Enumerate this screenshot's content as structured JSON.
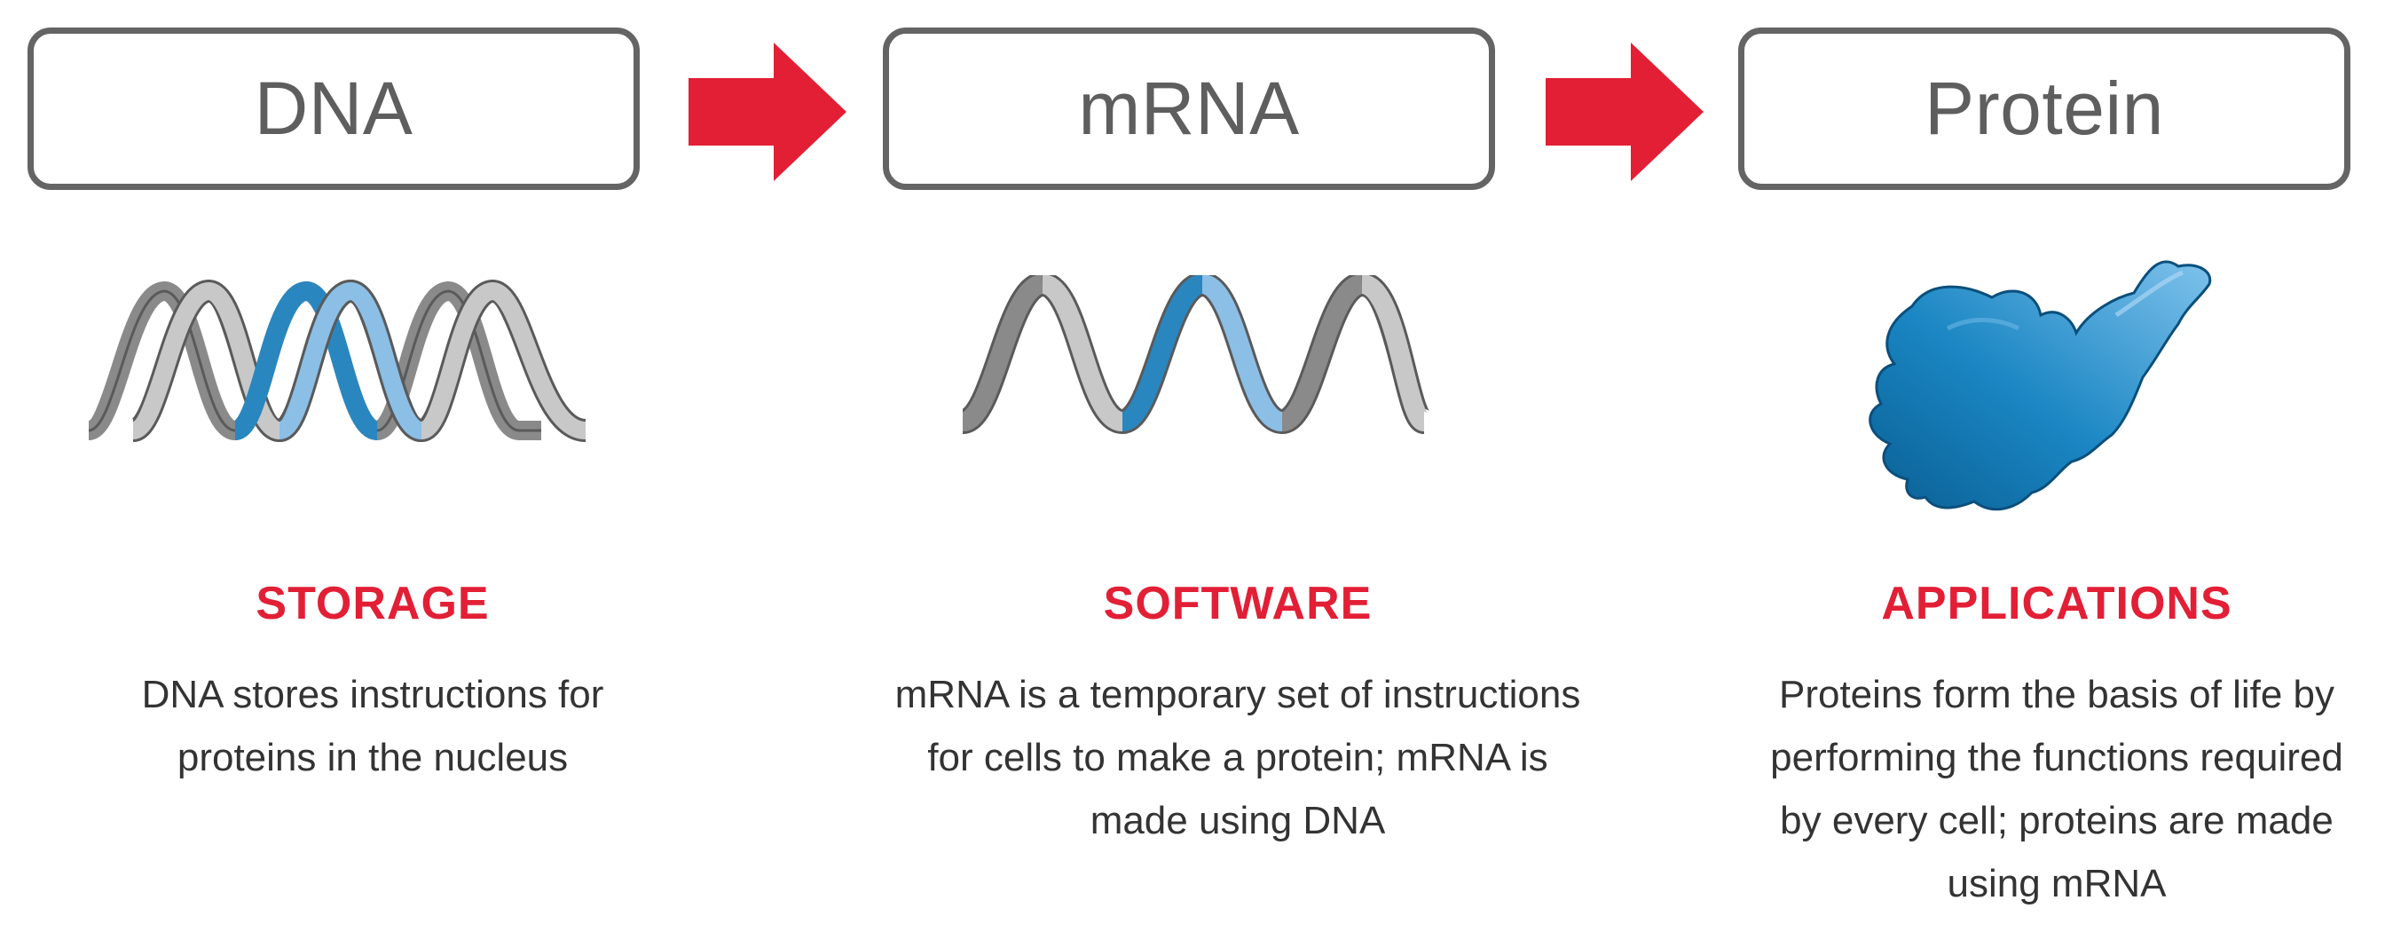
{
  "stages": [
    {
      "label": "DNA",
      "category": "STORAGE",
      "description": "DNA stores instructions for proteins in the nucleus",
      "illustration": "dna-double-helix-icon"
    },
    {
      "label": "mRNA",
      "category": "SOFTWARE",
      "description": "mRNA is a temporary set of instructions for cells to make a protein; mRNA is made using DNA",
      "illustration": "mrna-single-strand-icon"
    },
    {
      "label": "Protein",
      "category": "APPLICATIONS",
      "description": "Proteins form the basis of life by performing the functions required by every cell; proteins are made using mRNA",
      "illustration": "protein-blob-icon"
    }
  ],
  "arrows": [
    "arrow-right-icon",
    "arrow-right-icon"
  ],
  "colors": {
    "accent_red": "#e21f35",
    "box_border": "#646464",
    "helix_gray": "#8a8a8a",
    "helix_light": "#c8c8c8",
    "helix_blue": "#2a86bf",
    "helix_light_blue": "#8bbfe6",
    "protein_blue": "#1a86c3"
  }
}
